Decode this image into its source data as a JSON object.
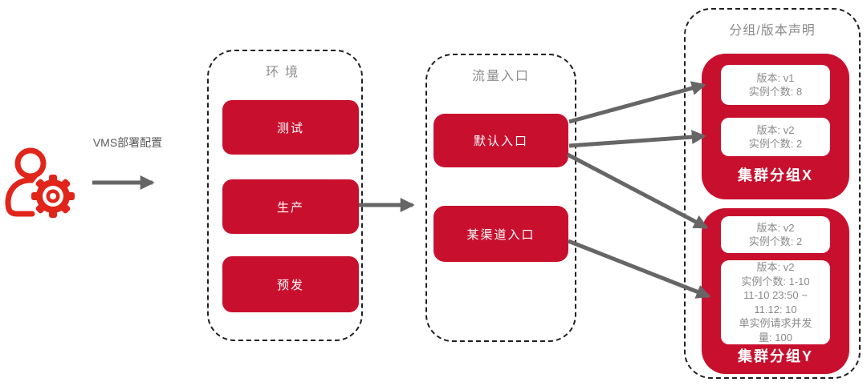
{
  "colors": {
    "brand_red": "#c8102e",
    "icon_red": "#e1251b",
    "arrow_gray": "#666666",
    "title_gray": "#8c8c8c",
    "inner_text_gray": "#8a8a8a"
  },
  "actor": {
    "label": "VMS部署配置",
    "icon": "person-with-gear-icon"
  },
  "sections": {
    "environment": {
      "title": "环境",
      "buttons": [
        {
          "label": "测试"
        },
        {
          "label": "生产"
        },
        {
          "label": "预发"
        }
      ]
    },
    "traffic": {
      "title": "流量入口",
      "buttons": [
        {
          "label": "默认入口"
        },
        {
          "label": "某渠道入口"
        }
      ]
    },
    "declaration": {
      "title": "分组/版本声明",
      "clusters": [
        {
          "name": "集群分组X",
          "boxes": [
            {
              "lines": [
                "版本: v1",
                "实例个数: 8"
              ]
            },
            {
              "lines": [
                "版本: v2",
                "实例个数: 2"
              ]
            }
          ]
        },
        {
          "name": "集群分组Y",
          "boxes": [
            {
              "lines": [
                "版本: v2",
                "实例个数: 2"
              ]
            },
            {
              "lines": [
                "版本: v2",
                "实例个数: 1-10",
                "11-10 23:50 ~",
                "11.12: 10",
                "单实例请求并发",
                "量: 100"
              ]
            }
          ]
        }
      ]
    }
  }
}
